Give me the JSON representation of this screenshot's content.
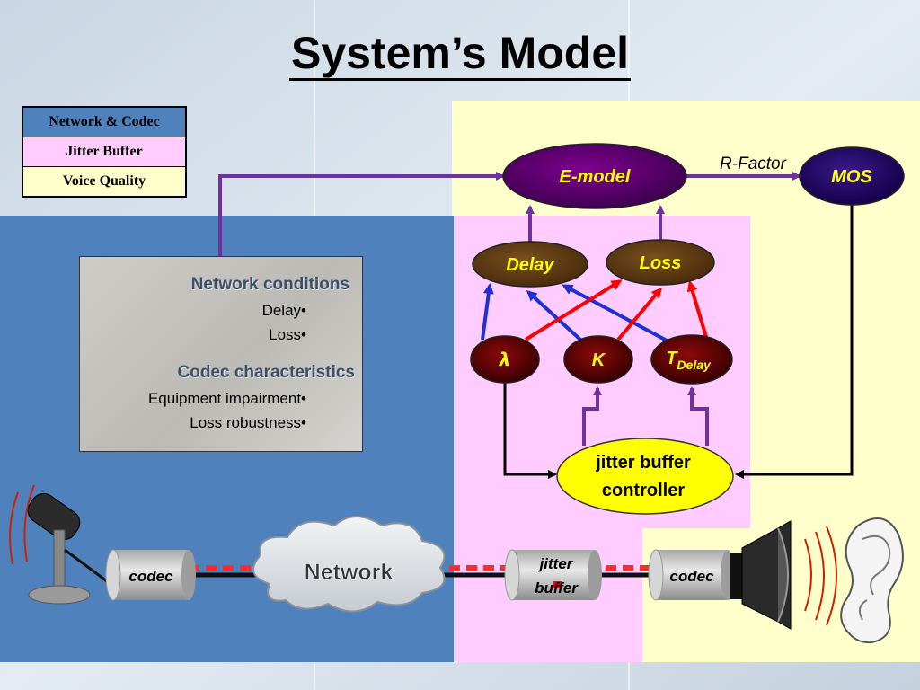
{
  "slide": {
    "title": "System’s Model"
  },
  "legend": {
    "items": [
      {
        "label": "Network & Codec",
        "color": "#4f81bd"
      },
      {
        "label": "Jitter Buffer",
        "color": "#ffccff"
      },
      {
        "label": "Voice Quality",
        "color": "#ffffcc"
      }
    ]
  },
  "info_box": {
    "network_heading": "Network conditions",
    "network_items": [
      "Delay•",
      "Loss•"
    ],
    "codec_heading": "Codec characteristics",
    "codec_items": [
      "Equipment impairment•",
      "Loss robustness•"
    ]
  },
  "nodes": {
    "emodel": "E-model",
    "mos": "MOS",
    "delay": "Delay",
    "loss": "Loss",
    "lambda": "λ",
    "k": "K",
    "tdelay_main": "T",
    "tdelay_sub": "Delay",
    "controller_line1": "jitter buffer",
    "controller_line2": "controller"
  },
  "edge_labels": {
    "rfactor": "R-Factor"
  },
  "pipeline": {
    "codec_left": "codec",
    "network": "Network",
    "jitter_line1": "jitter",
    "jitter_line2": "buffer",
    "codec_right": "codec"
  },
  "colors": {
    "purple_arrow": "#7030a0",
    "blue_arrow": "#1f2fd6",
    "red_arrow": "#ff0000",
    "node_dark_red": "#5a0000",
    "node_brown": "#5c3a12",
    "node_purple": "#5a0070",
    "controller_yellow": "#ffff00",
    "node_text_yellow": "#ffff00"
  }
}
